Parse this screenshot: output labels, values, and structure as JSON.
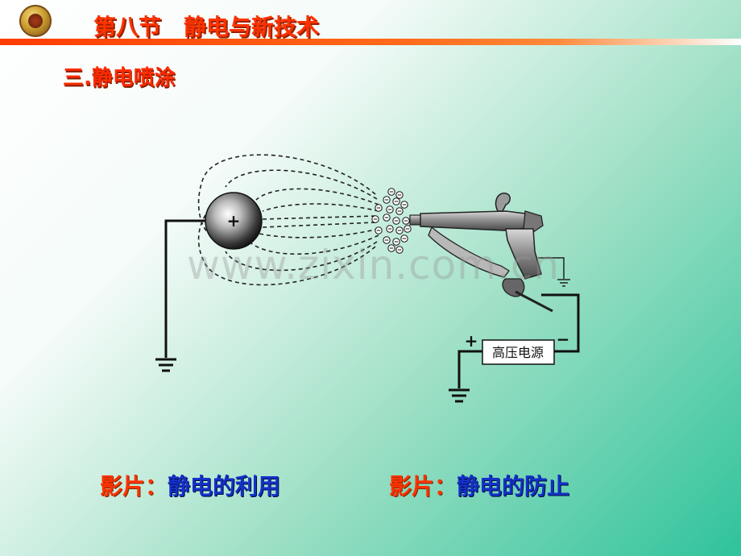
{
  "header": {
    "title": "第八节　静电与新技术",
    "logo_icon": "school-emblem-icon"
  },
  "section_heading": "三.静电喷涂",
  "diagram": {
    "sphere_charge": "+",
    "particle_charge": "⊖",
    "power_supply_label": "高压电源",
    "psu_plus": "+",
    "psu_minus": "−"
  },
  "watermark": "www.zixin.com.cn",
  "links": [
    {
      "label": "影片：",
      "text": "静电的利用"
    },
    {
      "label": "影片：",
      "text": "静电的防止"
    }
  ],
  "colors": {
    "title": "#ff3200",
    "link_text": "#1430c8",
    "accent_bar": "#ff3b00"
  }
}
